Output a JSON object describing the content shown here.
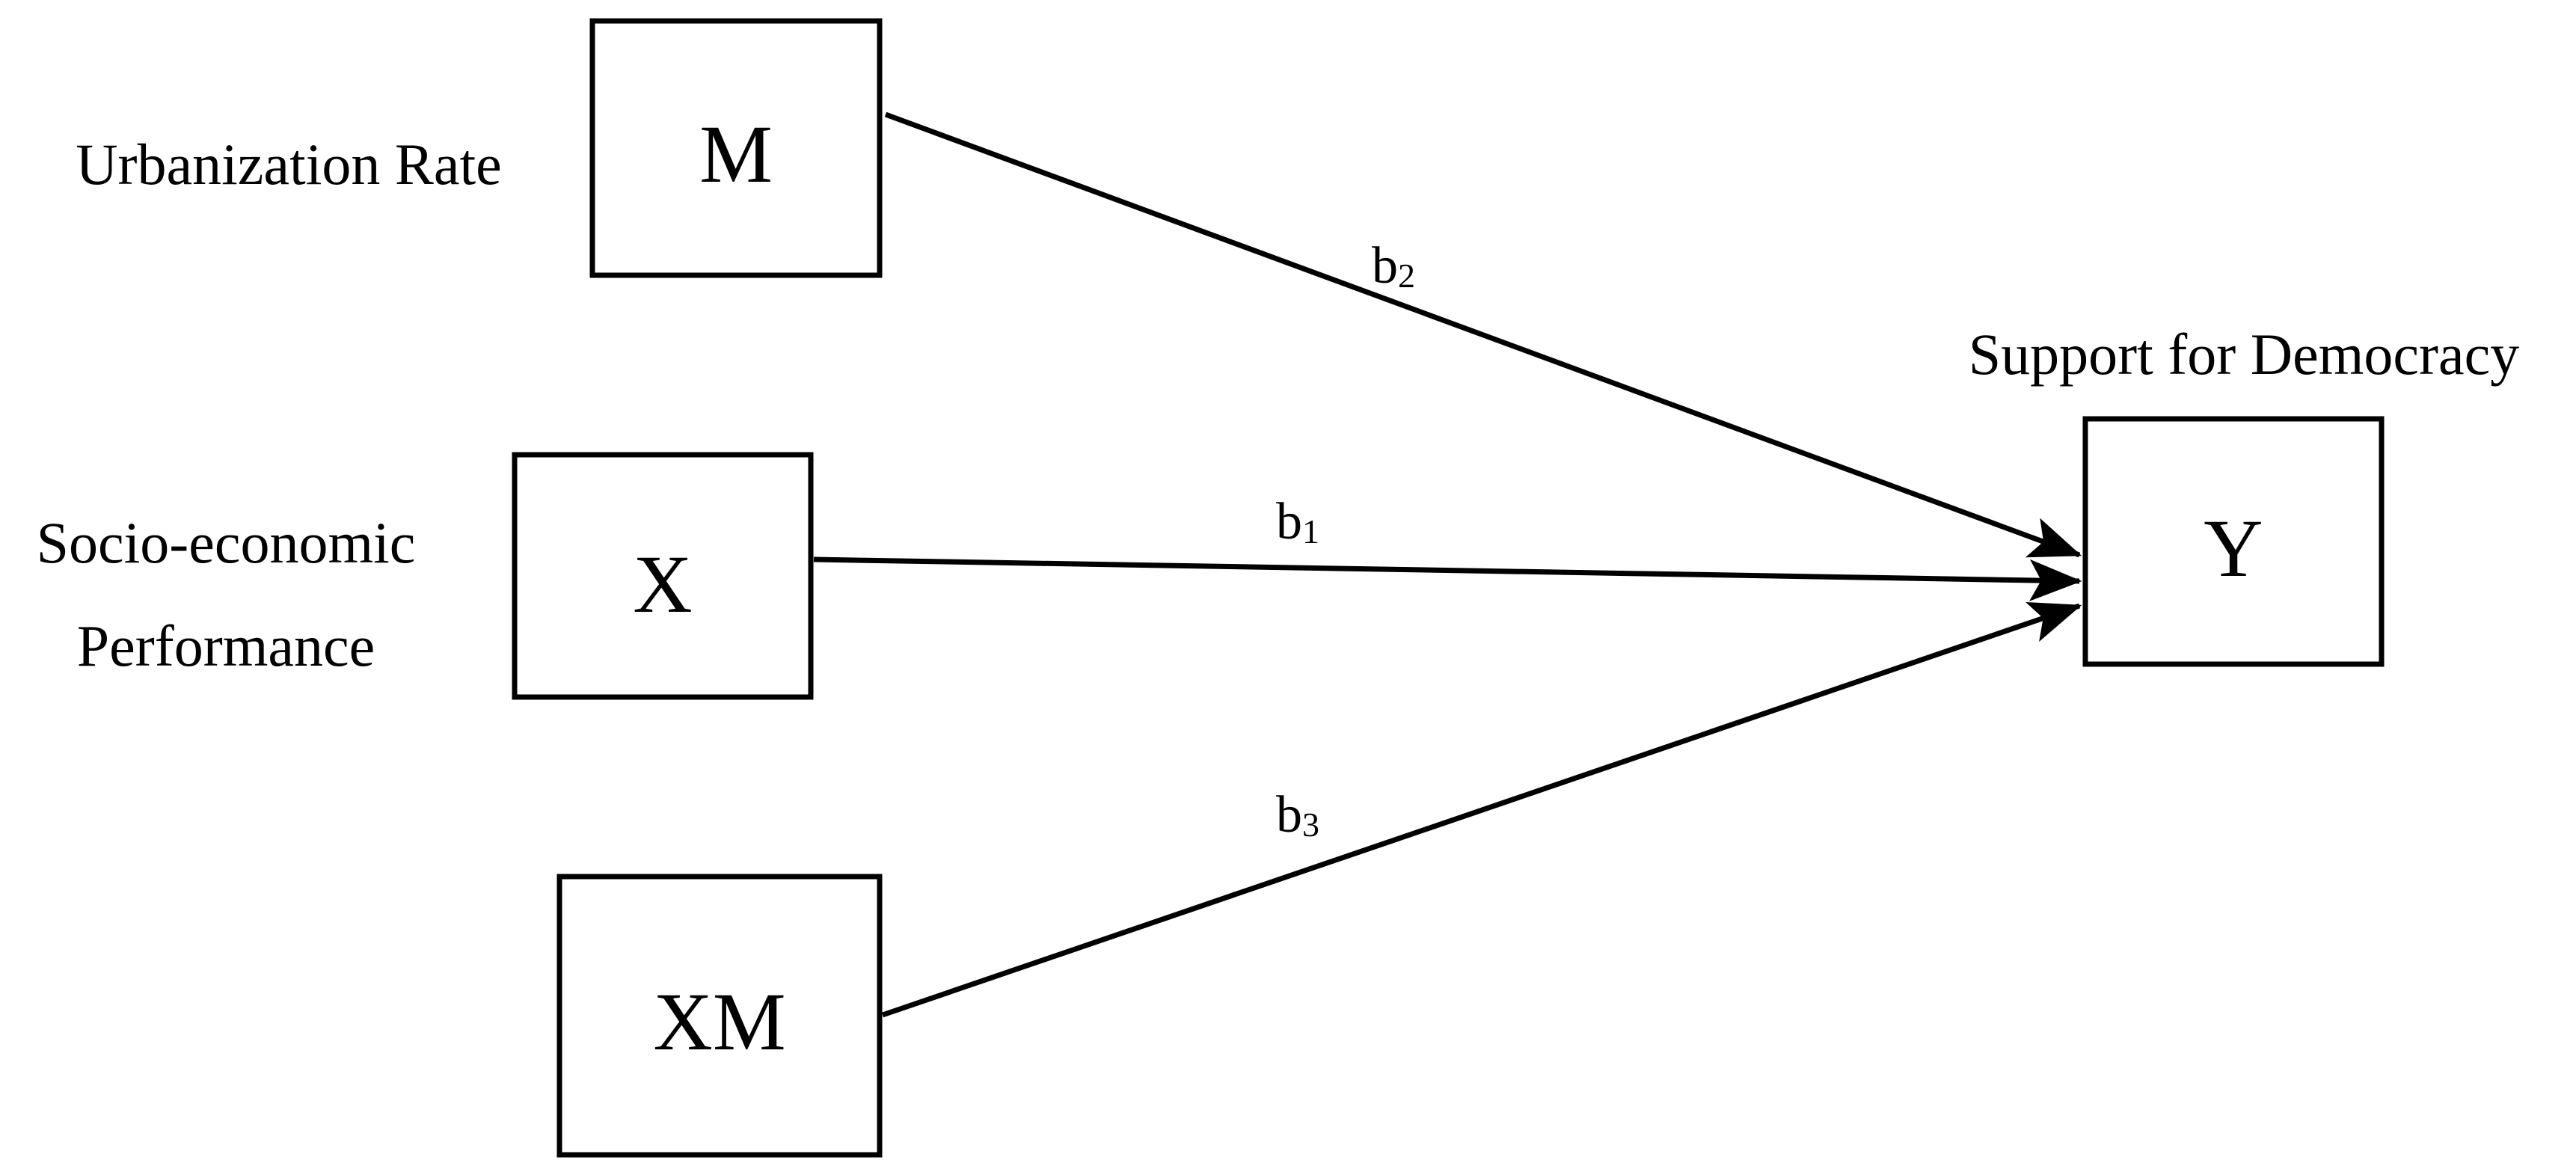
{
  "nodes": {
    "m": {
      "symbol": "M",
      "label": "Urbanization Rate"
    },
    "x": {
      "symbol": "X",
      "label_line1": "Socio-economic",
      "label_line2": "Performance"
    },
    "xm": {
      "symbol": "XM"
    },
    "y": {
      "symbol": "Y",
      "label": "Support for Democracy"
    }
  },
  "edges": {
    "b2": {
      "letter": "b",
      "subscript": "2"
    },
    "b1": {
      "letter": "b",
      "subscript": "1"
    },
    "b3": {
      "letter": "b",
      "subscript": "3"
    }
  },
  "colors": {
    "stroke": "#000000",
    "background": "#ffffff"
  }
}
